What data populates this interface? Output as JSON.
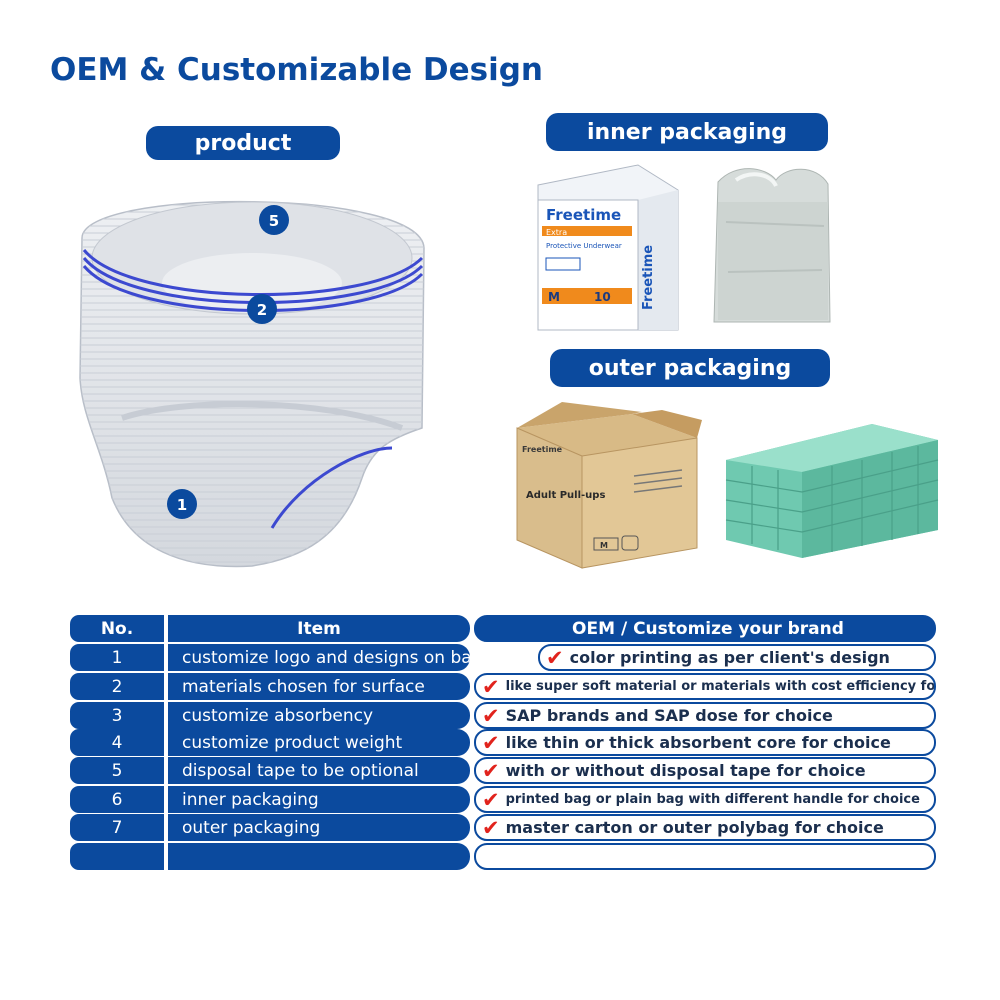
{
  "title": "OEM & Customizable Design",
  "labels": {
    "product": "product",
    "inner_packaging": "inner packaging",
    "outer_packaging": "outer packaging"
  },
  "product_markers": [
    "5",
    "2",
    "1"
  ],
  "package": {
    "brand": "Freetime",
    "sub": "Extra",
    "desc": "Protective Underwear",
    "size": "M",
    "count": "10"
  },
  "carton": {
    "brand": "Freetime",
    "name": "Adult Pull-ups",
    "size": "M"
  },
  "table": {
    "headers": {
      "no": "No.",
      "item": "Item",
      "oem": "OEM / Customize your brand"
    },
    "rows": [
      {
        "no": "1",
        "item": "customize logo and designs on backin",
        "oem": "color printing as per client's design"
      },
      {
        "no": "2",
        "item": "materials chosen for surface",
        "oem": "like super soft material or materials with cost efficiency for choice"
      },
      {
        "no": "3",
        "item": "customize absorbency",
        "oem": "SAP brands and SAP dose for choice"
      },
      {
        "no": "4",
        "item": "customize product weight",
        "oem": "like thin or thick  absorbent core for choice"
      },
      {
        "no": "5",
        "item": "disposal tape to be optional",
        "oem": "with or without disposal tape for choice"
      },
      {
        "no": "6",
        "item": "inner packaging",
        "oem": "printed bag or plain bag with different handle for choice"
      },
      {
        "no": "7",
        "item": "outer packaging",
        "oem": "master carton or outer polybag for choice"
      }
    ]
  },
  "colors": {
    "brand_blue": "#0b4a9e",
    "check_red": "#e1231c"
  }
}
